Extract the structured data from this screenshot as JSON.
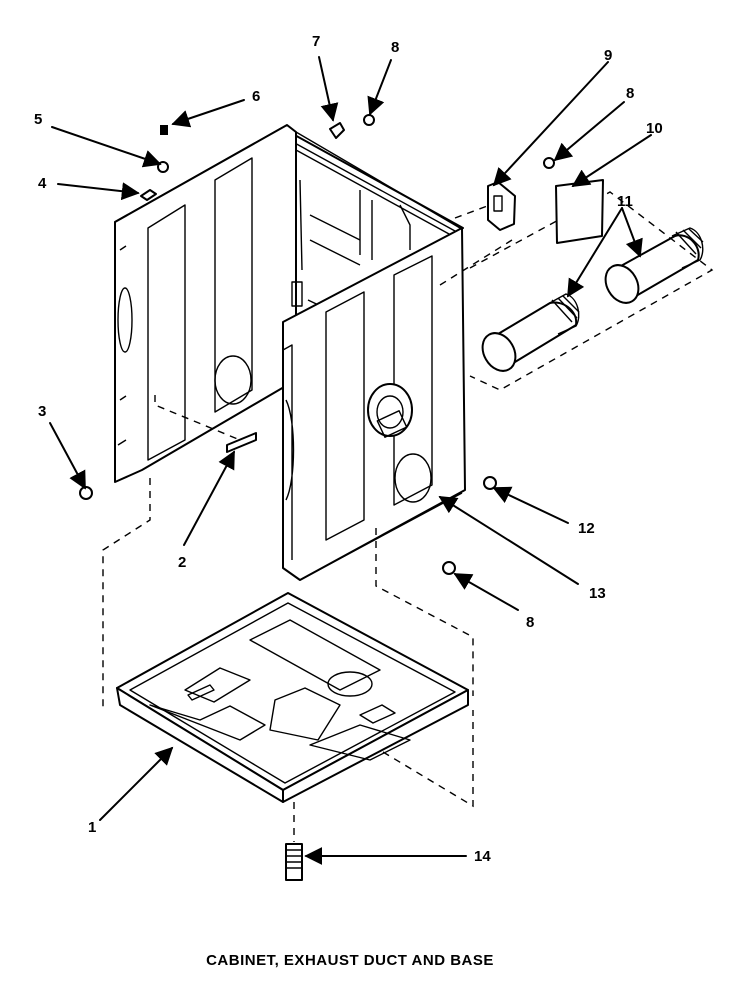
{
  "caption": "CABINET, EXHAUST DUCT AND BASE",
  "callouts": [
    {
      "id": "1",
      "label": "1"
    },
    {
      "id": "2",
      "label": "2"
    },
    {
      "id": "3",
      "label": "3"
    },
    {
      "id": "4",
      "label": "4"
    },
    {
      "id": "5",
      "label": "5"
    },
    {
      "id": "6",
      "label": "6"
    },
    {
      "id": "7",
      "label": "7"
    },
    {
      "id": "8a",
      "label": "8"
    },
    {
      "id": "8b",
      "label": "8"
    },
    {
      "id": "8c",
      "label": "8"
    },
    {
      "id": "9",
      "label": "9"
    },
    {
      "id": "10",
      "label": "10"
    },
    {
      "id": "11",
      "label": "11"
    },
    {
      "id": "12",
      "label": "12"
    },
    {
      "id": "13",
      "label": "13"
    },
    {
      "id": "14",
      "label": "14"
    }
  ]
}
